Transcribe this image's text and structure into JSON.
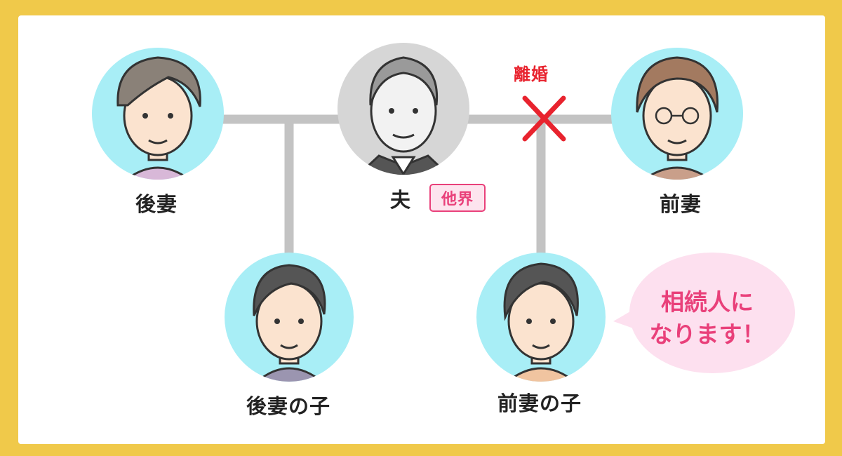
{
  "people": {
    "husband": {
      "name": "夫",
      "status": "他界"
    },
    "second_wife": {
      "name": "後妻"
    },
    "former_wife": {
      "name": "前妻"
    },
    "second_wife_child": {
      "name": "後妻の子"
    },
    "former_wife_child": {
      "name": "前妻の子"
    }
  },
  "relations": {
    "divorce_label": "離婚"
  },
  "callout": {
    "line1": "相続人に",
    "line2": "なります！"
  },
  "colors": {
    "frame": "#f0c94a",
    "avatar_bg": "#a8eef6",
    "deceased_bg": "#d6d6d6",
    "connector": "#c3c3c3",
    "divorce_mark": "#e8232e",
    "accent_pink": "#e9407a",
    "bubble_fill": "#fde0ef"
  }
}
